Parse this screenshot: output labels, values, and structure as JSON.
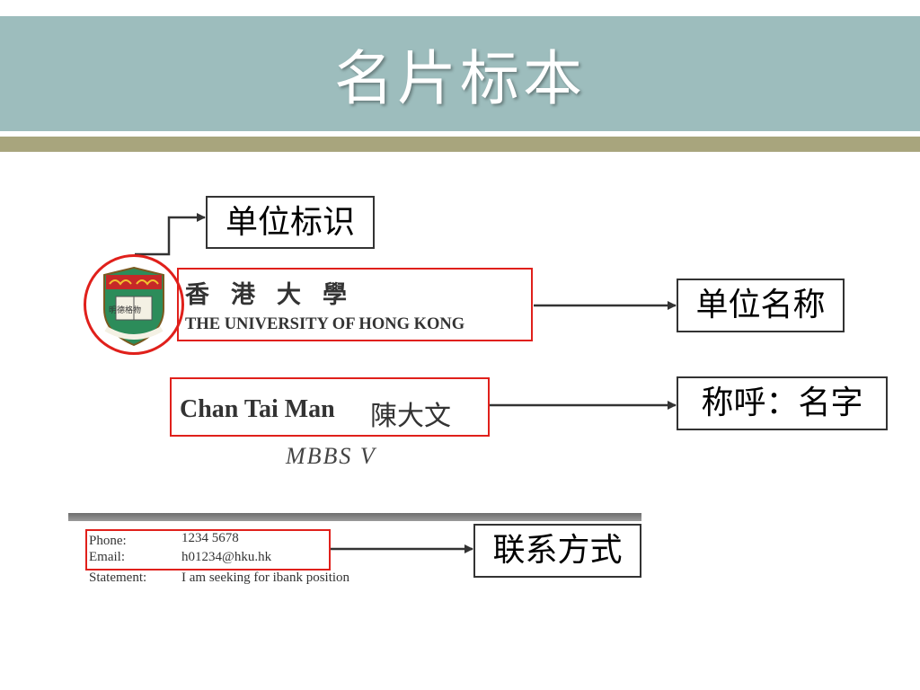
{
  "slide": {
    "title": "名片标本"
  },
  "callouts": {
    "logo": "单位标识",
    "org_name": "单位名称",
    "title_name": "称呼：名字",
    "contact": "联系方式"
  },
  "card": {
    "university_cn": "香港大學",
    "university_en": "THE UNIVERSITY OF HONG KONG",
    "crest_text": "明德格物",
    "name_en": "Chan Tai Man",
    "name_cn": "陳大文",
    "degree": "MBBS  V",
    "contact": [
      {
        "label": "Phone:",
        "value": "1234 5678"
      },
      {
        "label": "Email:",
        "value": "h01234@hku.hk"
      },
      {
        "label": "Statement:",
        "value": "I am seeking for ibank position"
      }
    ]
  },
  "colors": {
    "title_bar": "#9dbdbd",
    "title_underline": "#a8a57d",
    "highlight_red": "#e0201b"
  },
  "icons": {
    "crest": "university-crest-icon"
  }
}
